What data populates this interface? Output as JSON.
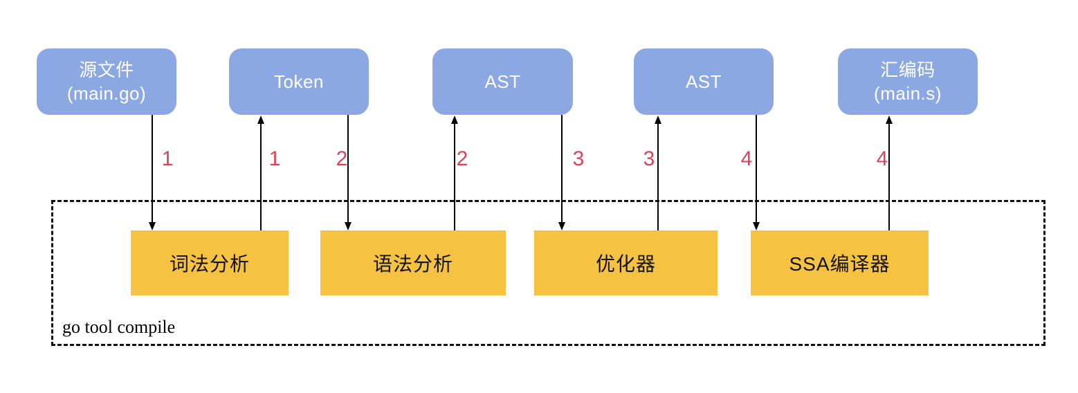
{
  "diagram": {
    "title_hint": "Go compile pipeline",
    "top_row": [
      {
        "lines": [
          "源文件",
          "(main.go)"
        ]
      },
      {
        "lines": [
          "Token",
          ""
        ]
      },
      {
        "lines": [
          "AST",
          ""
        ]
      },
      {
        "lines": [
          "AST",
          ""
        ]
      },
      {
        "lines": [
          "汇编码",
          "(main.s)"
        ]
      }
    ],
    "stages": [
      {
        "label": "词法分析"
      },
      {
        "label": "语法分析"
      },
      {
        "label": "优化器"
      },
      {
        "label": "SSA编译器"
      }
    ],
    "pipeline_box": {
      "label": "go tool compile"
    },
    "step_numbers": [
      "1",
      "1",
      "2",
      "2",
      "3",
      "3",
      "4",
      "4"
    ],
    "colors": {
      "artifact_box": "#8CA8E2",
      "stage_box": "#F5C242",
      "step_number": "#E04058",
      "arrow": "#000000"
    }
  }
}
